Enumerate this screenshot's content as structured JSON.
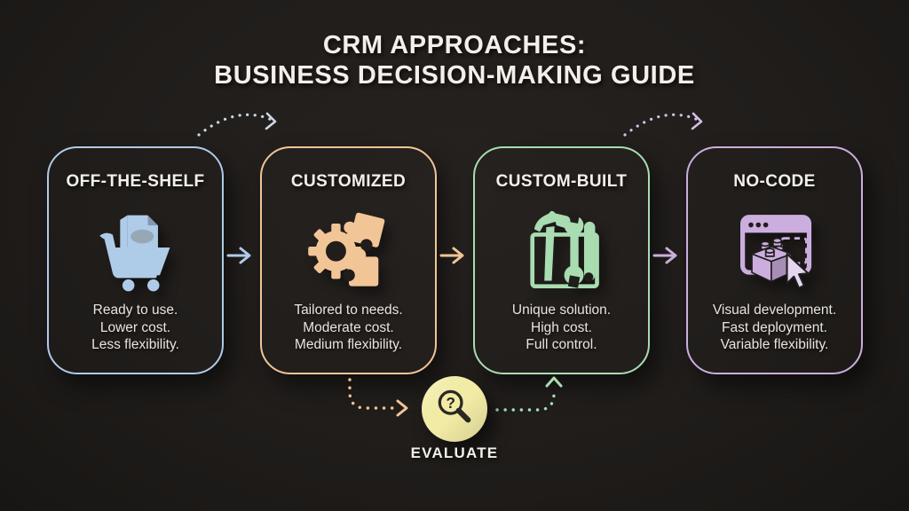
{
  "colors": {
    "background": "#201d1b",
    "title_text": "#f3f0e9",
    "body_text": "#e9e5de"
  },
  "title": {
    "line1": "CRM APPROACHES:",
    "line2": "BUSINESS DECISION-MAKING GUIDE"
  },
  "cards": [
    {
      "label": "OFF-THE-SHELF",
      "icon": "shopping-cart-icon",
      "color": "#aecbe8",
      "lines": [
        "Ready to use.",
        "Lower cost.",
        "Less flexibility."
      ]
    },
    {
      "label": "CUSTOMIZED",
      "icon": "gear-puzzle-icon",
      "color": "#f2c597",
      "lines": [
        "Tailored to needs.",
        "Moderate cost.",
        "Medium flexibility."
      ]
    },
    {
      "label": "CUSTOM-BUILT",
      "icon": "hammer-wrench-icon",
      "color": "#a9dcb1",
      "lines": [
        "Unique solution.",
        "High cost.",
        "Full control."
      ]
    },
    {
      "label": "NO-CODE",
      "icon": "lego-brick-cursor-icon",
      "color": "#cbaede",
      "lines": [
        "Visual development.",
        "Fast deployment.",
        "Variable flexibility."
      ]
    }
  ],
  "connectors": {
    "arrow_1_color": "#aecbe8",
    "arrow_2_color": "#f2c597",
    "arrow_3_color": "#cbaede",
    "top_arc_1_color": "#ccd8e4",
    "top_arc_2_color": "#d6bde8",
    "to_evaluate_color": "#f2c597",
    "from_evaluate_color": "#a9dcb1"
  },
  "evaluate": {
    "label": "EVALUATE",
    "icon": "magnifier-question-icon",
    "question_mark": "?",
    "circle_color": "#f1eba5",
    "ink_color": "#2b2722"
  }
}
